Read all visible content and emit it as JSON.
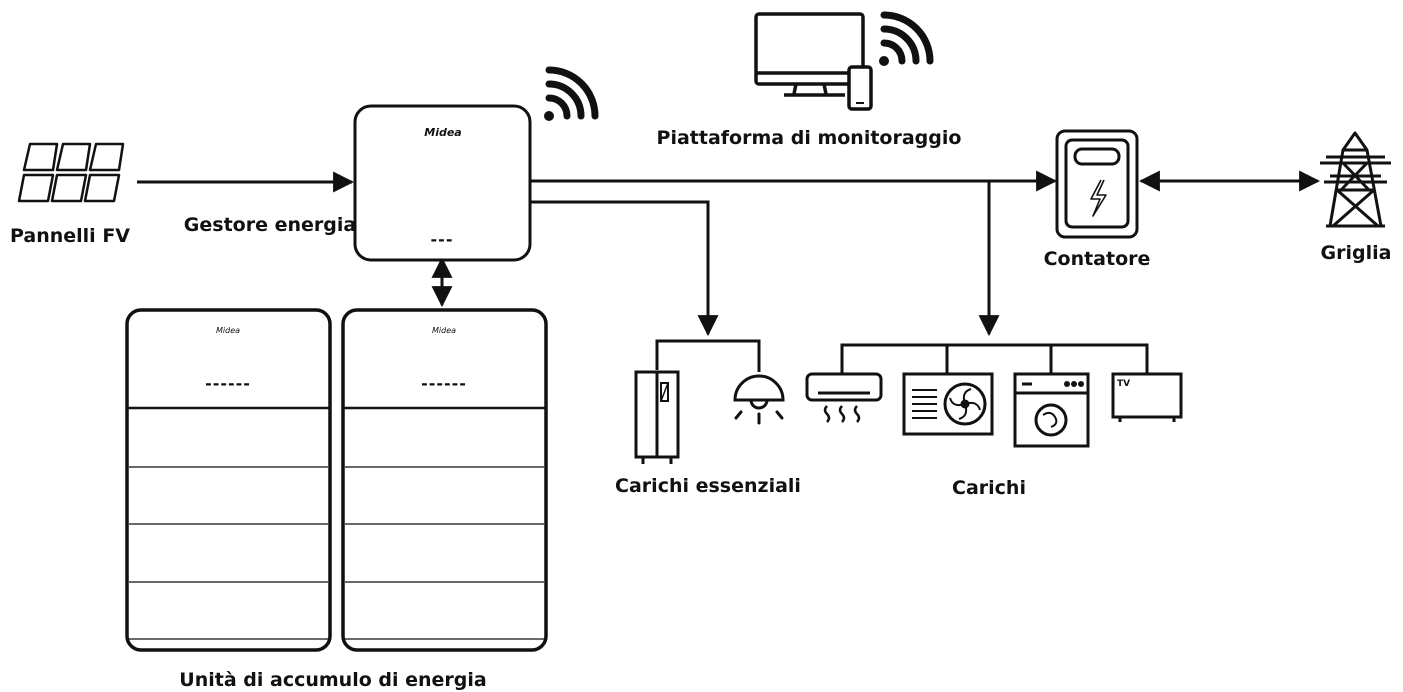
{
  "labels": {
    "pv_panels": "Pannelli FV",
    "energy_manager": "Gestore energia",
    "monitoring": "Piattaforma di monitoraggio",
    "meter": "Contatore",
    "grid": "Griglia",
    "essential_loads": "Carichi essenziali",
    "loads": "Carichi",
    "storage": "Unità di accumulo di energia"
  },
  "device": {
    "brand": "Midea",
    "inverter_display": "---",
    "battery_display": "------",
    "tv_text": "TV"
  },
  "colors": {
    "line": "#111111",
    "background": "#ffffff"
  }
}
